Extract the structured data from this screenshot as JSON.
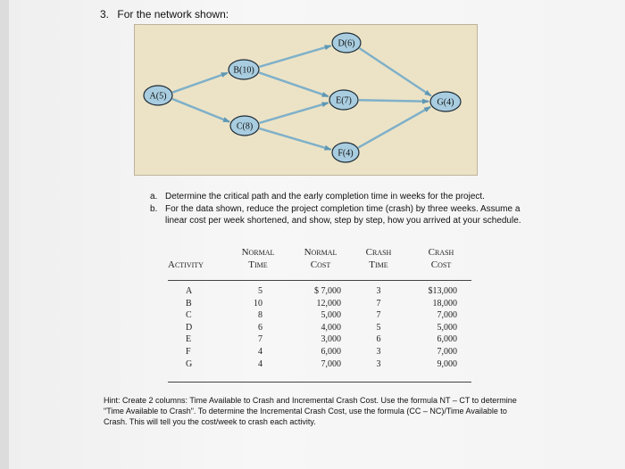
{
  "question": {
    "number": "3.",
    "prompt": "For the network shown:"
  },
  "network": {
    "nodes": [
      {
        "id": "A",
        "label": "A(5)"
      },
      {
        "id": "B",
        "label": "B(10)"
      },
      {
        "id": "C",
        "label": "C(8)"
      },
      {
        "id": "D",
        "label": "D(6)"
      },
      {
        "id": "E",
        "label": "E(7)"
      },
      {
        "id": "F",
        "label": "F(4)"
      },
      {
        "id": "G",
        "label": "G(4)"
      }
    ],
    "edges": [
      [
        "A",
        "B"
      ],
      [
        "A",
        "C"
      ],
      [
        "B",
        "D"
      ],
      [
        "B",
        "E"
      ],
      [
        "C",
        "E"
      ],
      [
        "C",
        "F"
      ],
      [
        "D",
        "G"
      ],
      [
        "E",
        "G"
      ],
      [
        "F",
        "G"
      ]
    ]
  },
  "parts": [
    {
      "label": "a.",
      "text": "Determine the critical path and the early completion time in weeks for the project."
    },
    {
      "label": "b.",
      "text": "For the data shown, reduce the project completion time (crash) by three weeks. Assume a linear cost per week shortened, and show, step by step, how you arrived at your schedule."
    }
  ],
  "table": {
    "headers": {
      "activity": "Activity",
      "normal_time_1": "Normal",
      "normal_time_2": "Time",
      "normal_cost_1": "Normal",
      "normal_cost_2": "Cost",
      "crash_time_1": "Crash",
      "crash_time_2": "Time",
      "crash_cost_1": "Crash",
      "crash_cost_2": "Cost"
    },
    "rows": [
      {
        "activity": "A",
        "normal_time": "5",
        "normal_cost": "$ 7,000",
        "crash_time": "3",
        "crash_cost": "$13,000"
      },
      {
        "activity": "B",
        "normal_time": "10",
        "normal_cost": "12,000",
        "crash_time": "7",
        "crash_cost": "18,000"
      },
      {
        "activity": "C",
        "normal_time": "8",
        "normal_cost": "5,000",
        "crash_time": "7",
        "crash_cost": "7,000"
      },
      {
        "activity": "D",
        "normal_time": "6",
        "normal_cost": "4,000",
        "crash_time": "5",
        "crash_cost": "5,000"
      },
      {
        "activity": "E",
        "normal_time": "7",
        "normal_cost": "3,000",
        "crash_time": "6",
        "crash_cost": "6,000"
      },
      {
        "activity": "F",
        "normal_time": "4",
        "normal_cost": "6,000",
        "crash_time": "3",
        "crash_cost": "7,000"
      },
      {
        "activity": "G",
        "normal_time": "4",
        "normal_cost": "7,000",
        "crash_time": "3",
        "crash_cost": "9,000"
      }
    ]
  },
  "hint": "Hint: Create 2 columns: Time Available to Crash and Incremental Crash Cost. Use the formula NT – CT to determine \"Time Available to Crash\". To determine the Incremental Crash Cost, use the formula (CC – NC)/Time Available to Crash. This will tell you the cost/week to crash each activity.",
  "colors": {
    "diagram_background": "#ece3c6",
    "node_fill": "#a9cde0",
    "edge_color": "#7fb0c9"
  }
}
